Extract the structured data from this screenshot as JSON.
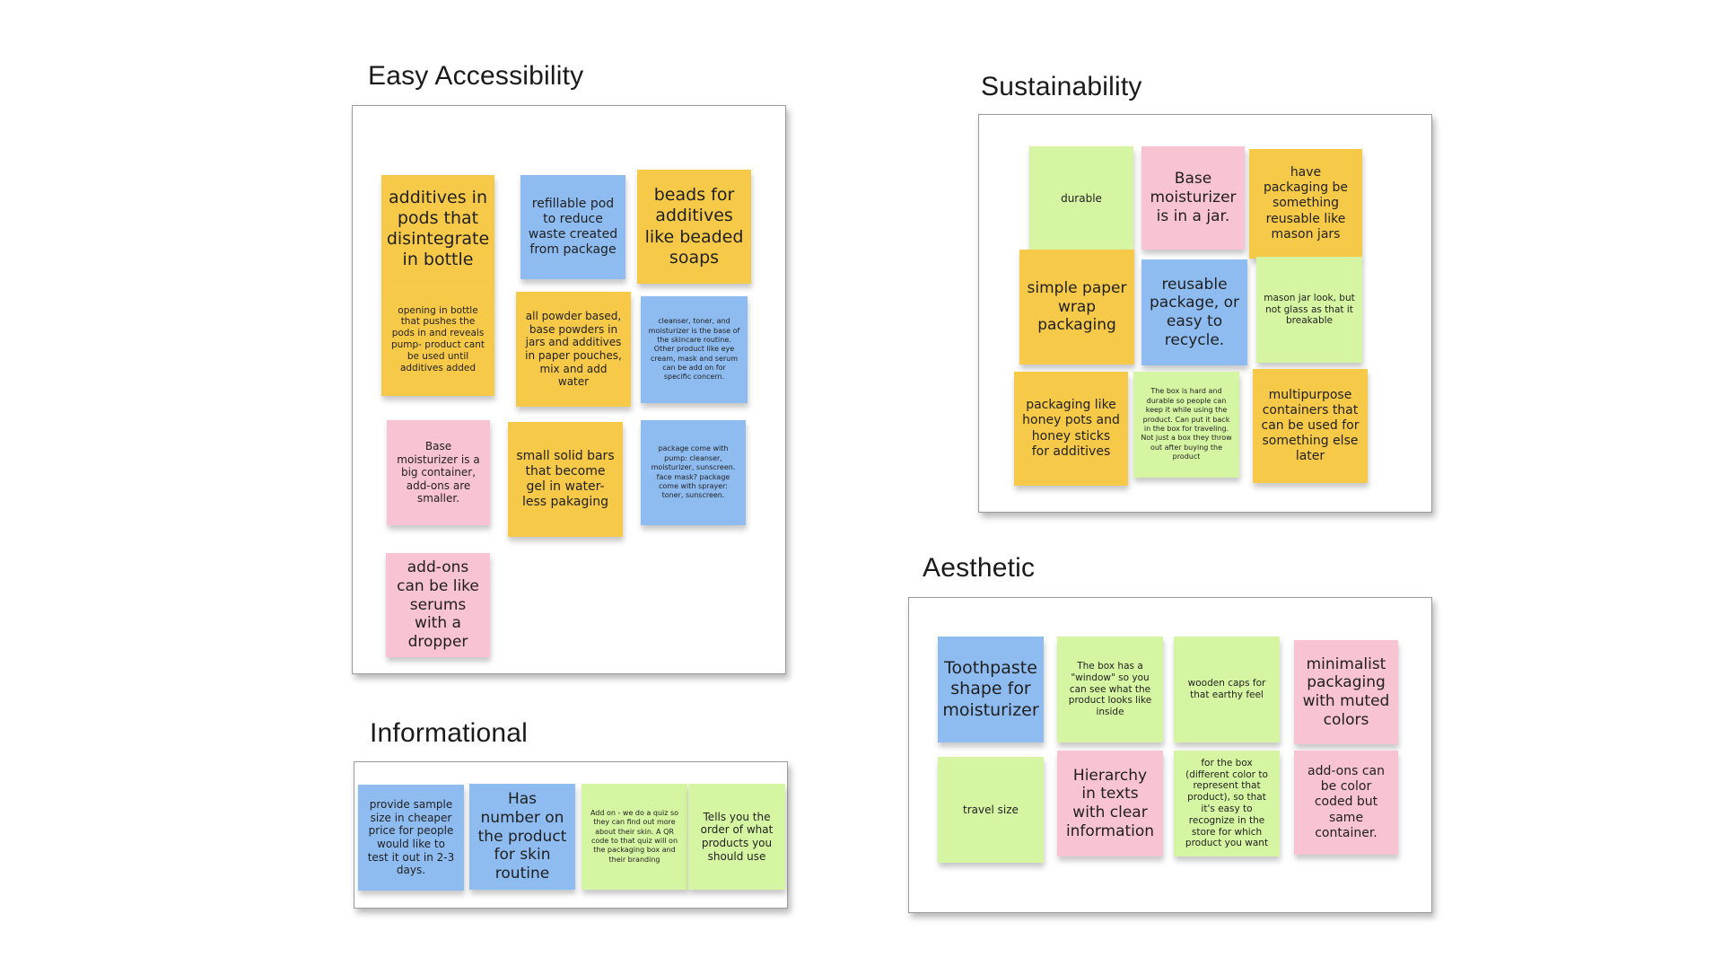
{
  "groups": {
    "accessibility": {
      "title": "Easy Accessibility",
      "notes": [
        "additives in pods that disintegrate in bottle",
        "refillable pod to reduce waste created from package",
        "beads for additives like beaded soaps",
        "opening in bottle that pushes the pods in and reveals pump- product cant be used until additives added",
        "all powder based, base powders in jars and additives in paper pouches, mix and add water",
        "cleanser, toner, and moisturizer is the base of the skincare routine. Other product like eye cream, mask and serum can be add on for specific concern.",
        "Base moisturizer is a big container, add-ons are smaller.",
        "small solid bars that become gel in water-less pakaging",
        "package come with pump: cleanser, moisturizer, sunscreen. face mask? package come with sprayer: toner, sunscreen.",
        "add-ons can be like serums with a dropper"
      ]
    },
    "sustainability": {
      "title": "Sustainability",
      "notes": [
        "durable",
        "Base moisturizer is in a jar.",
        "have packaging be something reusable like mason jars",
        "simple paper wrap packaging",
        "reusable package, or easy to recycle.",
        "mason jar look, but not glass as that it breakable",
        "packaging like honey pots and honey sticks for additives",
        "The box is hard and durable so people can keep it while using the product. Can put it back in the box for traveling. Not just a box they throw out after buying the product",
        "multipurpose containers that can be used for something else later"
      ]
    },
    "informational": {
      "title": "Informational",
      "notes": [
        "provide sample size in cheaper price for people would like to test it out in 2-3 days.",
        "Has number on the product for skin routine",
        "Add on - we do a quiz so they can find out more about their skin. A QR code to that quiz will on the packaging box and their branding",
        "Tells you the order of what products you should use"
      ]
    },
    "aesthetic": {
      "title": "Aesthetic",
      "notes": [
        "Toothpaste shape for moisturizer",
        "The box has a \"window\" so you can see what the product looks like inside",
        "wooden caps for that earthy feel",
        "minimalist packaging with muted colors",
        "travel size",
        "Hierarchy in texts with clear information",
        "for the box (different color to represent that product), so that it's easy to recognize in the store for which product you want",
        "add-ons can be color coded but same container."
      ]
    }
  },
  "colors": {
    "yellow": "#f7c948",
    "blue": "#8fbcf0",
    "pink": "#f8c3d3",
    "green": "#d6f5a3"
  }
}
